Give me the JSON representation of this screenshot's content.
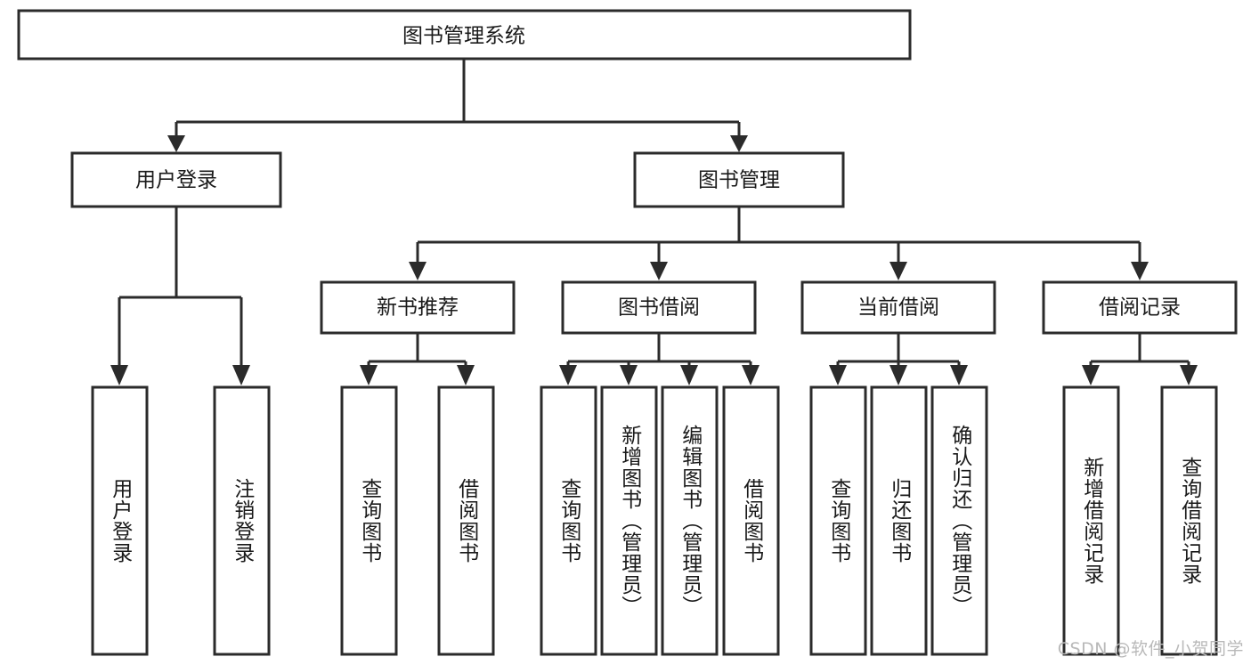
{
  "diagram": {
    "title": "图书管理系统",
    "type": "tree-hierarchy-diagram",
    "colors": {
      "stroke": "#2b2b2b",
      "box_fill": "#ffffff",
      "text": "#1a1a1a",
      "watermark": "#b9b9b9",
      "background": "#ffffff"
    },
    "root": {
      "label": "图书管理系统"
    },
    "level2": [
      {
        "label": "用户登录"
      },
      {
        "label": "图书管理"
      }
    ],
    "level3": [
      {
        "label": "新书推荐"
      },
      {
        "label": "图书借阅"
      },
      {
        "label": "当前借阅"
      },
      {
        "label": "借阅记录"
      }
    ],
    "leaves": {
      "user_login": [
        {
          "label": "用户登录"
        },
        {
          "label": "注销登录"
        }
      ],
      "new_book_recommend": [
        {
          "label": "查询图书"
        },
        {
          "label": "借阅图书"
        }
      ],
      "book_borrow": [
        {
          "label": "查询图书"
        },
        {
          "label": "新增图书（管理员）"
        },
        {
          "label": "编辑图书（管理员）"
        },
        {
          "label": "借阅图书"
        }
      ],
      "current_borrow": [
        {
          "label": "查询图书"
        },
        {
          "label": "归还图书"
        },
        {
          "label": "确认归还（管理员）"
        }
      ],
      "borrow_record": [
        {
          "label": "新增借阅记录"
        },
        {
          "label": "查询借阅记录"
        }
      ]
    }
  },
  "watermark": {
    "text": "CSDN @软件_小贺同学"
  }
}
